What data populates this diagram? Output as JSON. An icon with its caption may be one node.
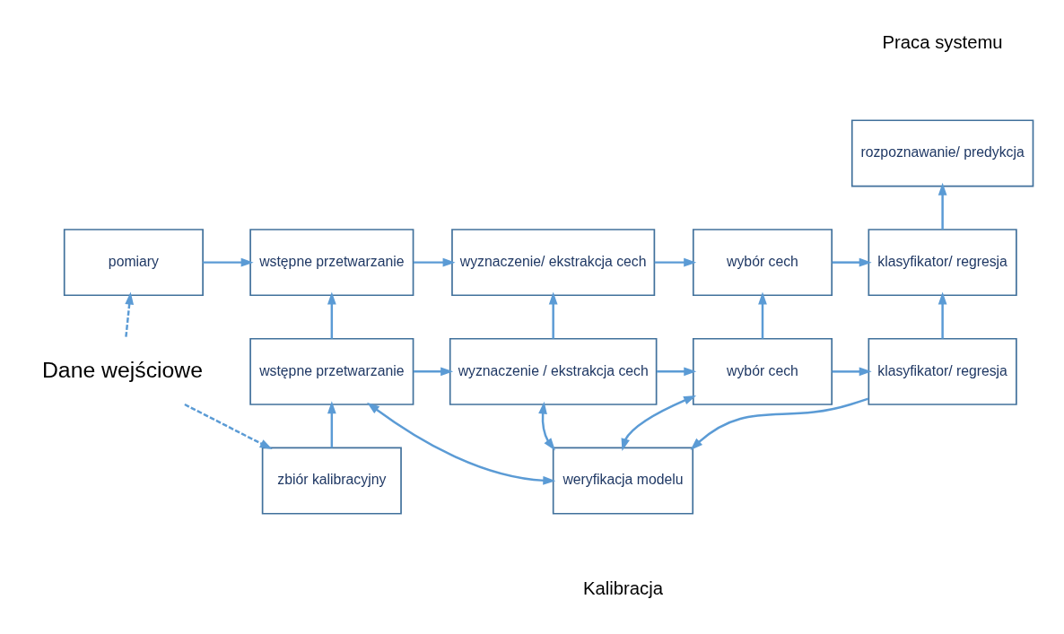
{
  "diagram": {
    "nodes": [
      {
        "text": [
          "Dane wejściowe"
        ]
      },
      {
        "text": [
          "pomiary"
        ]
      },
      {
        "text": [
          "rozpoznawanie/ predykcja"
        ]
      },
      {
        "text": [
          "wstępne przetwarzanie"
        ]
      },
      {
        "text": [
          "wyznaczenie/ ekstrakcja cech"
        ]
      },
      {
        "text": [
          "wybór cech"
        ]
      },
      {
        "text": [
          "klasyfikator/ regresja"
        ]
      },
      {
        "text": [
          "wstępne przetwarzanie"
        ]
      },
      {
        "text": [
          "wyznaczenie / ekstrakcja cech"
        ]
      },
      {
        "text": [
          "wybór cech"
        ]
      },
      {
        "text": [
          "klasyfikator/ regresja"
        ]
      },
      {
        "text": [
          "zbiór kalibracyjny"
        ]
      },
      {
        "text": [
          "weryfikacja modelu"
        ]
      }
    ],
    "edges": [
      {
        "from": 0,
        "to": 1,
        "arrow": "to",
        "style": "dashed"
      },
      {
        "from": 0,
        "to": 11,
        "arrow": "to",
        "style": "dashed"
      },
      {
        "from": 1,
        "to": 3,
        "arrow": "to"
      },
      {
        "from": 3,
        "to": 4,
        "arrow": "to"
      },
      {
        "from": 4,
        "to": 5,
        "arrow": "to"
      },
      {
        "from": 5,
        "to": 6,
        "arrow": "to"
      },
      {
        "from": 6,
        "to": 2,
        "arrow": "to"
      },
      {
        "from": 11,
        "to": 7,
        "arrow": "to"
      },
      {
        "from": 7,
        "to": 8,
        "arrow": "to"
      },
      {
        "from": 8,
        "to": 9,
        "arrow": "to"
      },
      {
        "from": 9,
        "to": 10,
        "arrow": "to"
      },
      {
        "from": 7,
        "to": 3,
        "arrow": "to"
      },
      {
        "from": 8,
        "to": 4,
        "arrow": "to"
      },
      {
        "from": 9,
        "to": 5,
        "arrow": "to"
      },
      {
        "from": 10,
        "to": 6,
        "arrow": "to"
      },
      {
        "from": 10,
        "to": 12,
        "arrow": "to"
      },
      {
        "from": 7,
        "to": 12,
        "arrow": "both"
      },
      {
        "from": 8,
        "to": 12,
        "arrow": "both"
      },
      {
        "from": 9,
        "to": 12,
        "arrow": "both"
      }
    ],
    "labels": [
      "Praca systemu",
      "Kalibracja"
    ]
  }
}
